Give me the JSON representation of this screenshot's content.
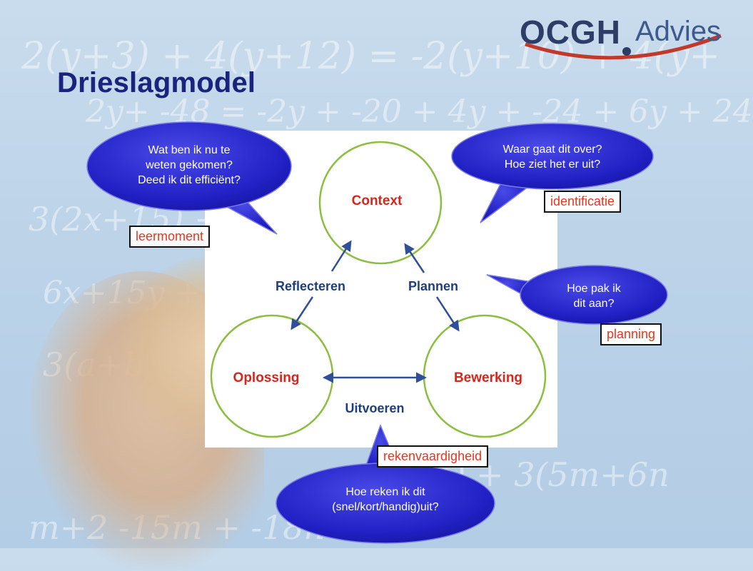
{
  "title": "Drieslagmodel",
  "logo": {
    "brand": "OCGH",
    "sub": "Advies"
  },
  "background_formulas": [
    "2(y+3) + 4(y+12) = -2(y+10) + 4(y+",
    "2y+ -48 = -2y + -20 + 4y + -24 + 6y + 24",
    "3(2x+15) + 3(5x+8) = -8x + 1",
    "6x+15y + -8x      + 8 + 1",
    "3(a+b)      -12a + 8b + 9",
    "             -1n) + 3(5m+6n",
    "m+2                  -15m + -18n +"
  ],
  "diagram": {
    "nodes": {
      "context": "Context",
      "oplossing": "Oplossing",
      "bewerking": "Bewerking"
    },
    "edges": {
      "reflecteren": "Reflecteren",
      "plannen": "Plannen",
      "uitvoeren": "Uitvoeren"
    }
  },
  "bubbles": {
    "top_left": [
      "Wat ben ik nu te",
      "weten gekomen?",
      "Deed ik dit efficiënt?"
    ],
    "top_right": [
      "Waar gaat dit over?",
      "Hoe ziet het er uit?"
    ],
    "right": [
      "Hoe pak ik",
      "dit aan?"
    ],
    "bottom": [
      "Hoe reken ik dit",
      "(snel/kort/handig)uit?"
    ]
  },
  "labels": {
    "leermoment": "leermoment",
    "identificatie": "identificatie",
    "planning": "planning",
    "rekenvaardigheid": "rekenvaardigheid"
  },
  "colors": {
    "title": "#1a237e",
    "bubble": "#2424c8",
    "circle_stroke": "#8cbf3f",
    "node_text": "#d9261c",
    "edge_text": "#1f3f7a",
    "arrow": "#2f4f9a",
    "label_text": "#e8361e"
  }
}
